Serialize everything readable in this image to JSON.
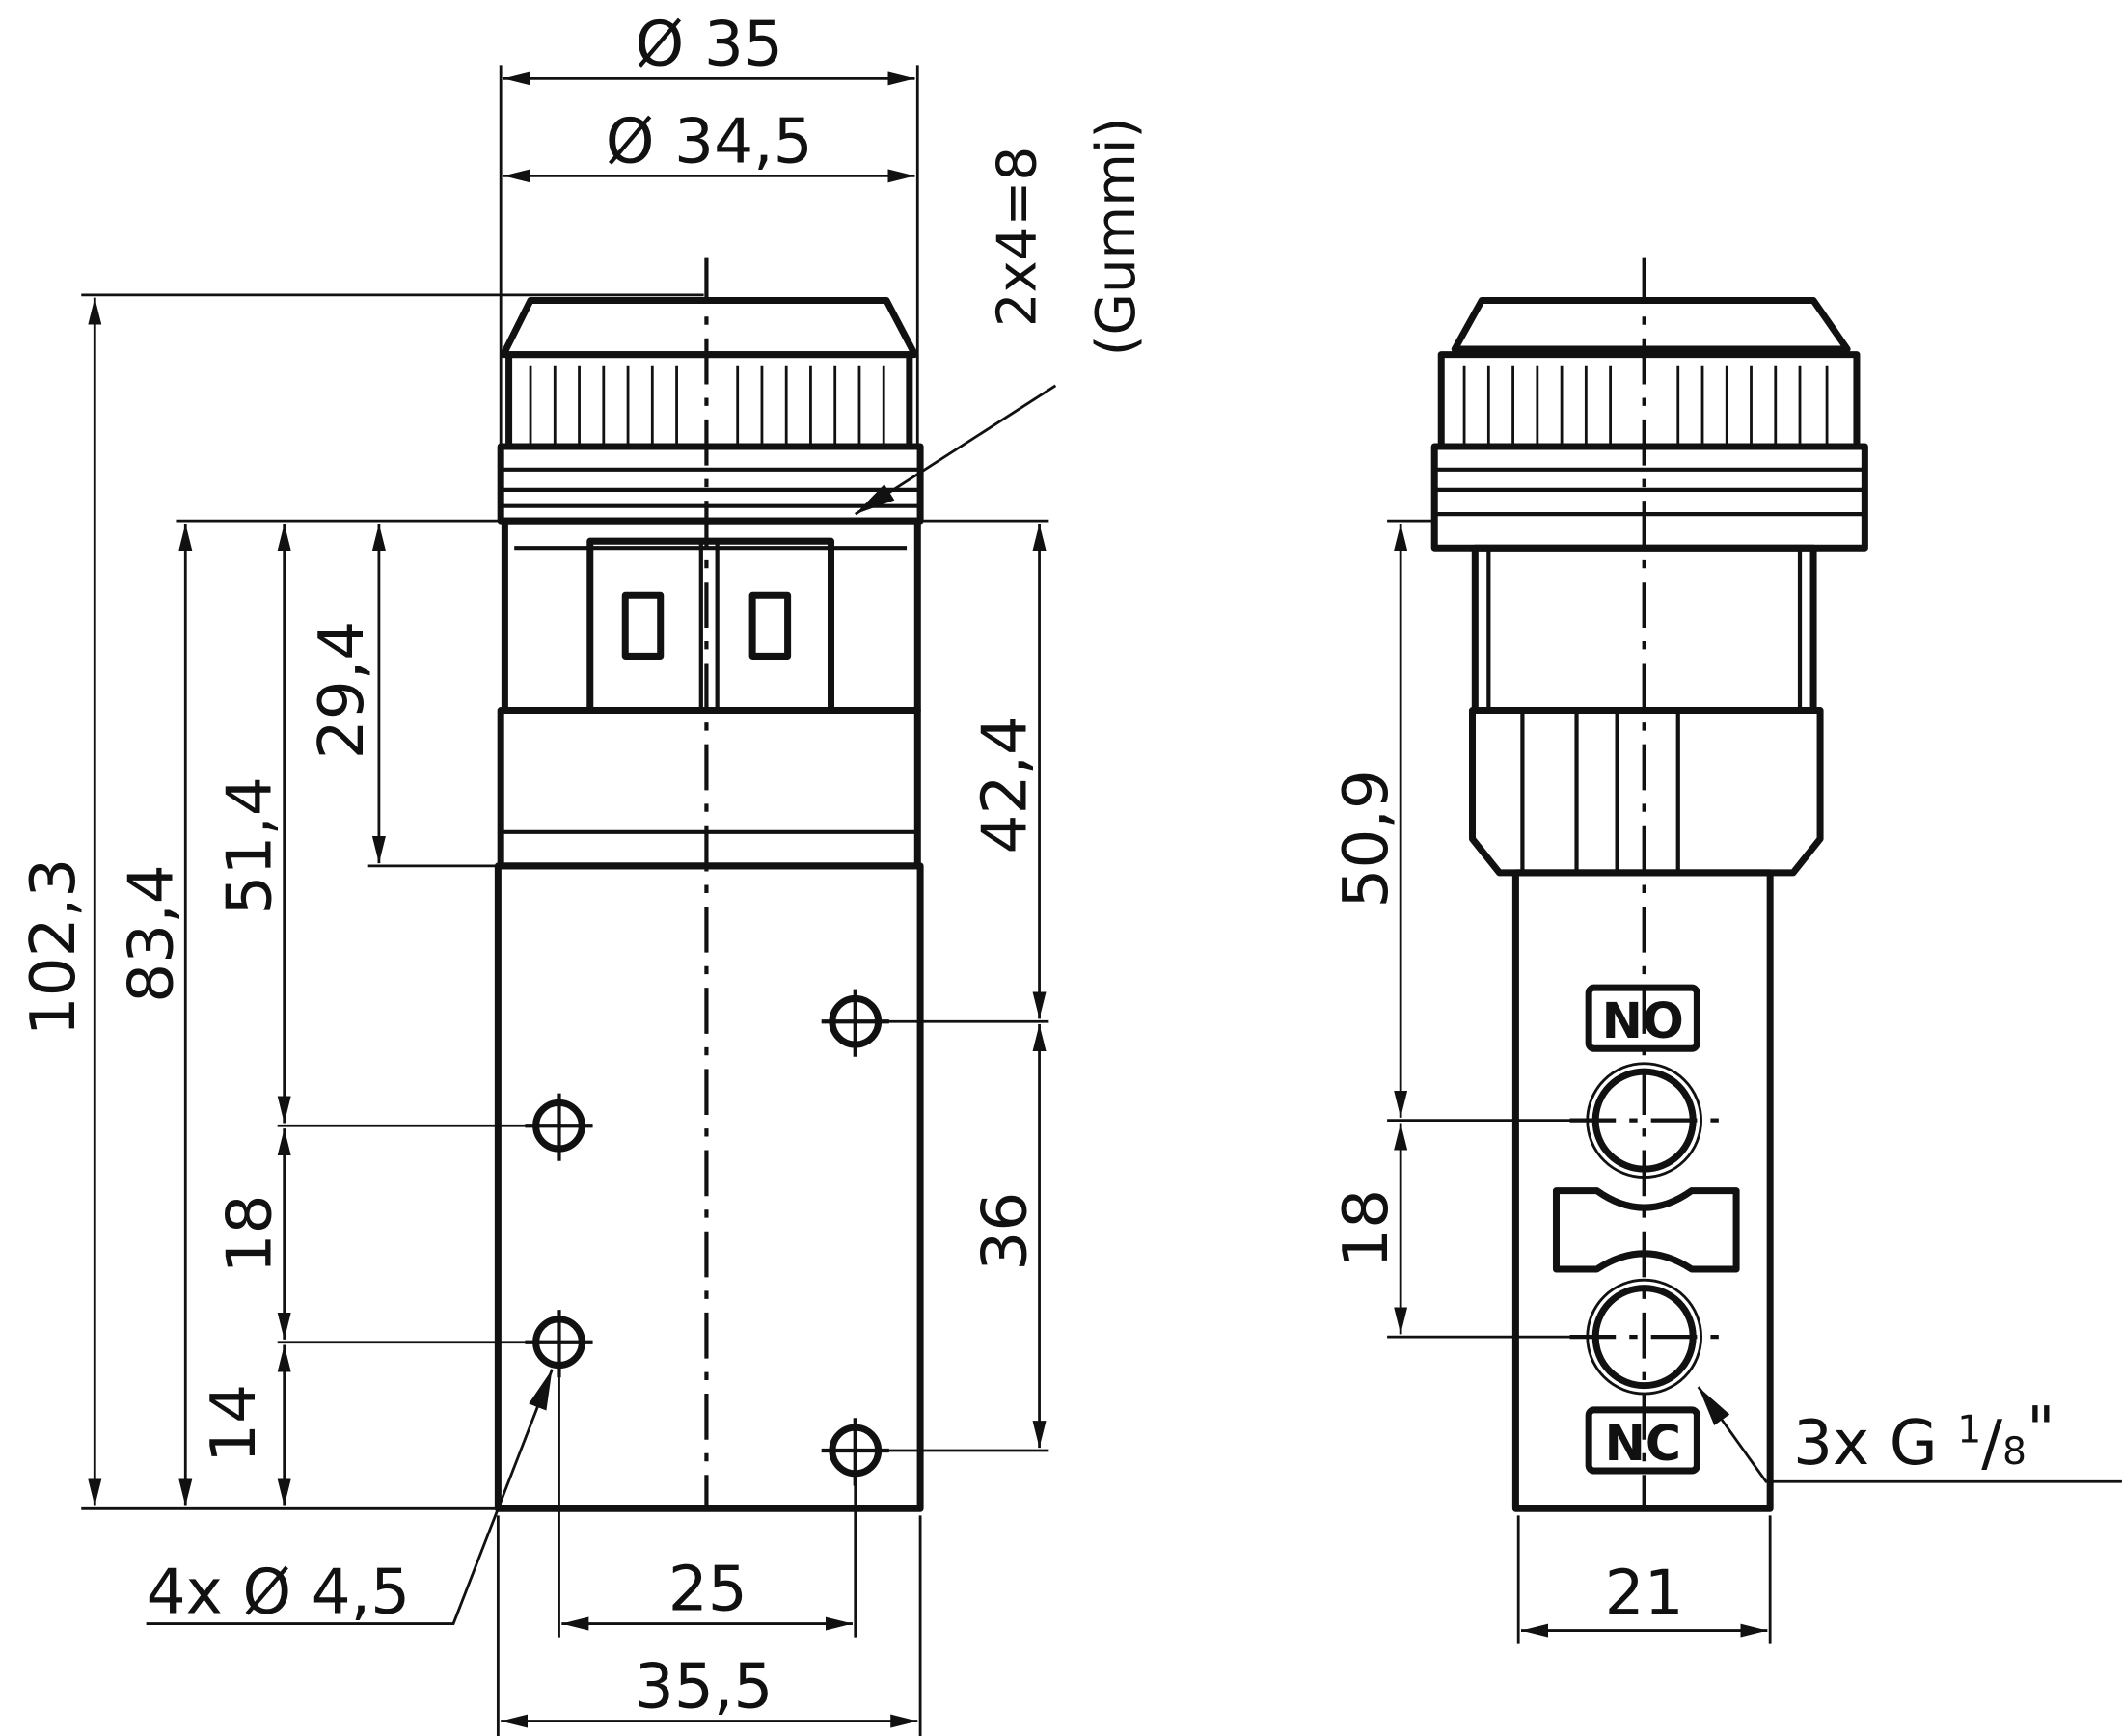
{
  "drawing": {
    "front_view": {
      "dim_outer_diameter": "Ø 35",
      "dim_inner_diameter": "Ø 34,5",
      "dim_total_height": "102,3",
      "dim_height_83": "83,4",
      "dim_height_51": "51,4",
      "dim_height_29": "29,4",
      "dim_hole_spacing_vertical": "18",
      "dim_bottom_offset": "14",
      "dim_right_upper": "42,4",
      "dim_right_spacing": "36",
      "dim_hole_spacing_horizontal": "25",
      "dim_body_width": "35,5",
      "hole_callout": "4x Ø 4,5",
      "rubber_callout": "2x4=8",
      "rubber_material": "(Gummi)"
    },
    "side_view": {
      "dim_port_height": "50,9",
      "dim_port_spacing": "18",
      "dim_body_width": "21",
      "port_tag_top": "NO",
      "port_tag_bottom": "NC",
      "port_callout_prefix": "3x G ",
      "port_callout_num": "1",
      "port_callout_den": "8",
      "port_callout_suffix": "\""
    }
  }
}
